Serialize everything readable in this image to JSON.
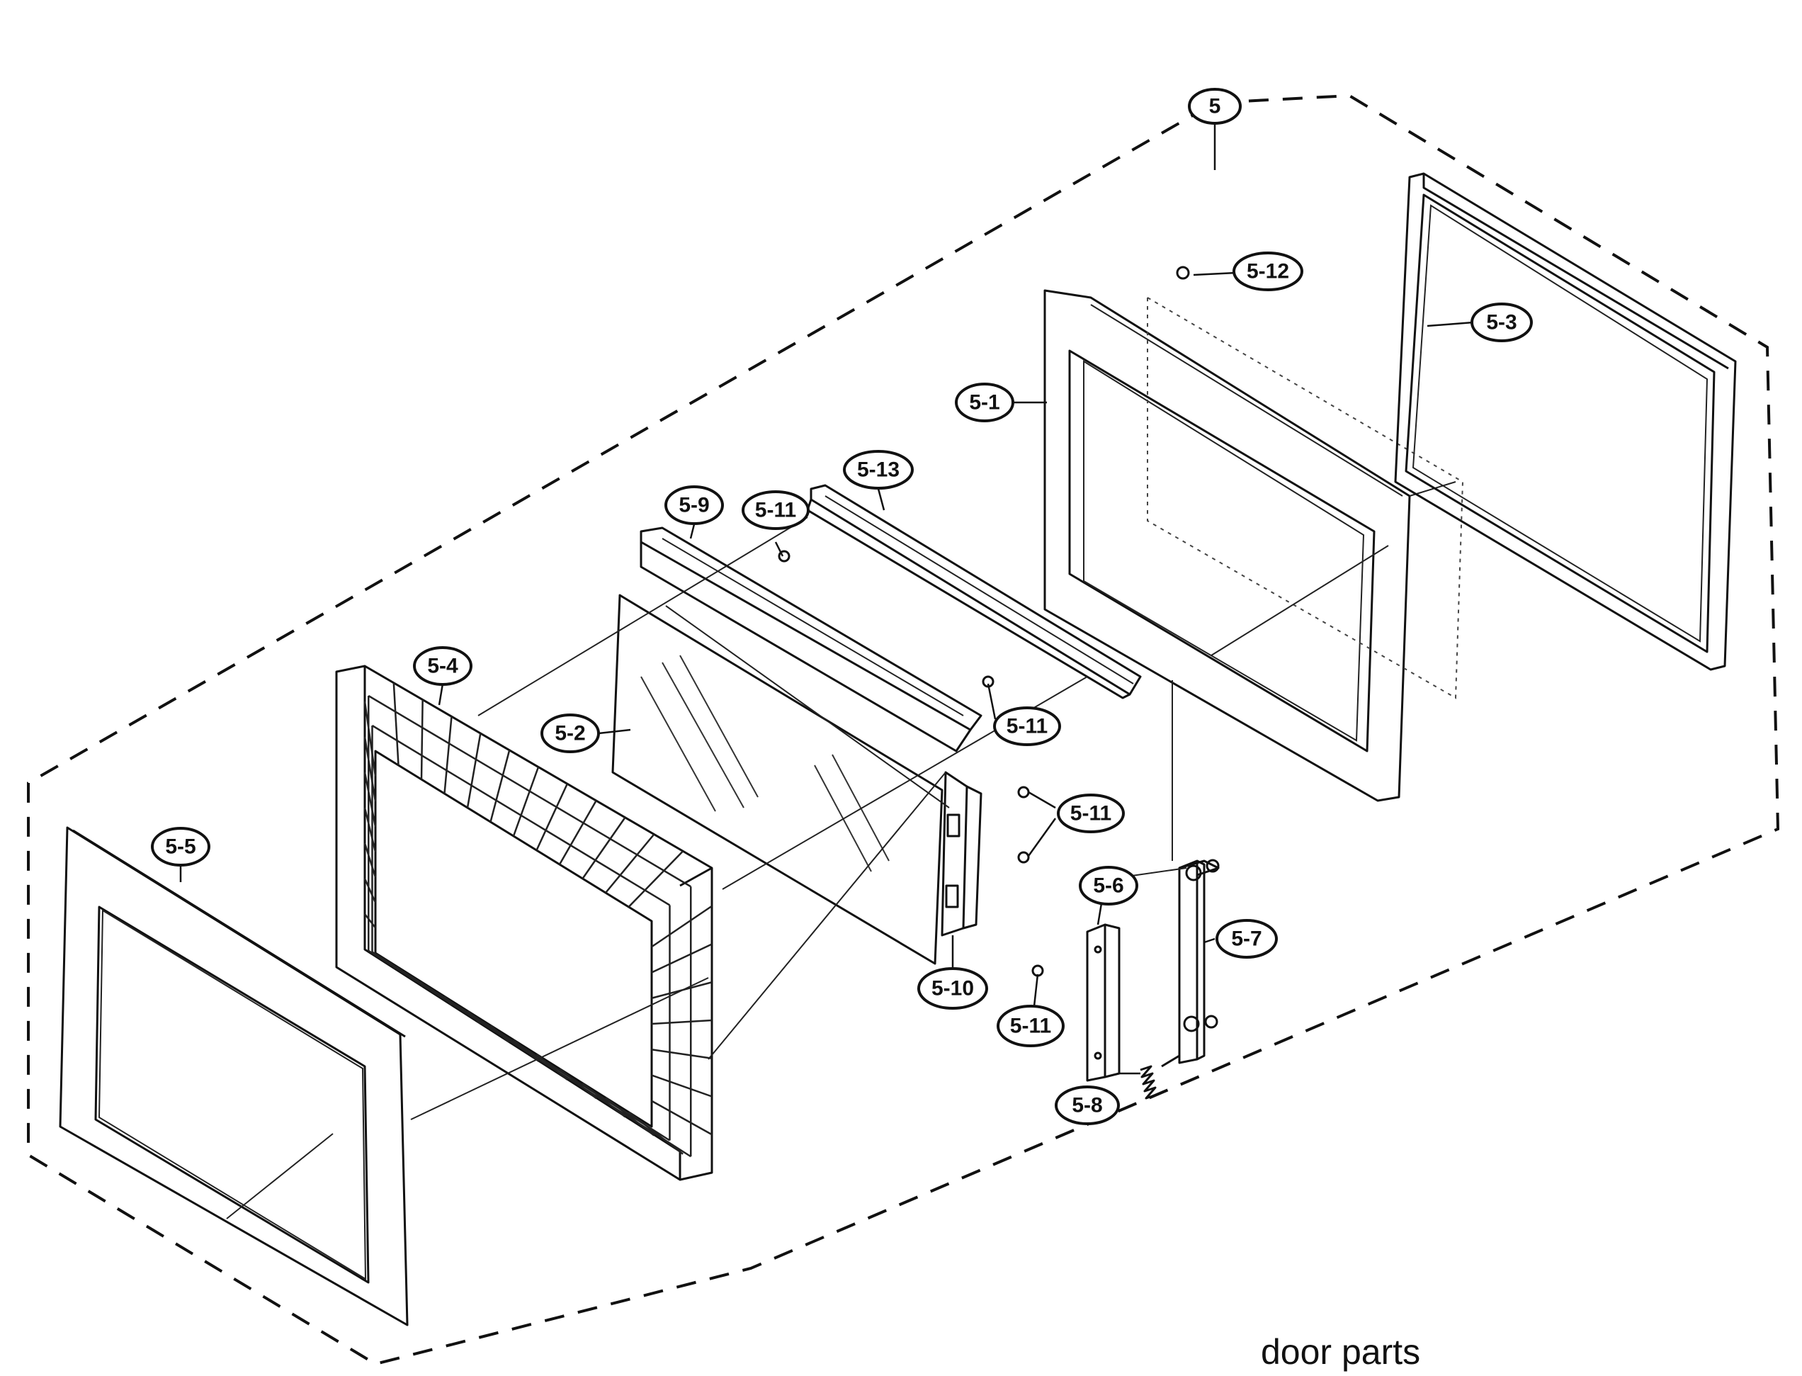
{
  "caption": "door parts",
  "callouts": [
    {
      "id": "5",
      "label": "5"
    },
    {
      "id": "5-12",
      "label": "5-12"
    },
    {
      "id": "5-3",
      "label": "5-3"
    },
    {
      "id": "5-1",
      "label": "5-1"
    },
    {
      "id": "5-13",
      "label": "5-13"
    },
    {
      "id": "5-9",
      "label": "5-9"
    },
    {
      "id": "5-11a",
      "label": "5-11"
    },
    {
      "id": "5-4",
      "label": "5-4"
    },
    {
      "id": "5-2",
      "label": "5-2"
    },
    {
      "id": "5-11b",
      "label": "5-11"
    },
    {
      "id": "5-5",
      "label": "5-5"
    },
    {
      "id": "5-11c",
      "label": "5-11"
    },
    {
      "id": "5-6",
      "label": "5-6"
    },
    {
      "id": "5-7",
      "label": "5-7"
    },
    {
      "id": "5-10",
      "label": "5-10"
    },
    {
      "id": "5-11d",
      "label": "5-11"
    },
    {
      "id": "5-8",
      "label": "5-8"
    }
  ]
}
